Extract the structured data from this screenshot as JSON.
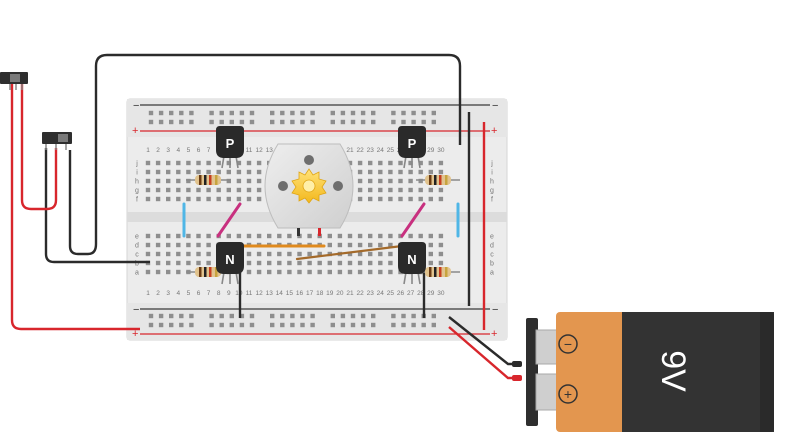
{
  "breadboard": {
    "rail_plus_label": "+",
    "rail_minus_label": "−",
    "row_letters_top": [
      "j",
      "i",
      "h",
      "g",
      "f"
    ],
    "row_letters_bottom": [
      "e",
      "d",
      "c",
      "b",
      "a"
    ],
    "column_numbers": [
      "1",
      "2",
      "3",
      "4",
      "5",
      "6",
      "7",
      "8",
      "9",
      "10",
      "11",
      "12",
      "13",
      "14",
      "15",
      "16",
      "17",
      "18",
      "19",
      "20",
      "21",
      "22",
      "23",
      "24",
      "25",
      "26",
      "27",
      "28",
      "29",
      "30"
    ]
  },
  "transistors": [
    {
      "id": "q1",
      "label": "P"
    },
    {
      "id": "q2",
      "label": "P"
    },
    {
      "id": "q3",
      "label": "N"
    },
    {
      "id": "q4",
      "label": "N"
    }
  ],
  "battery": {
    "label": "9V",
    "terminal_minus": "−",
    "terminal_plus": "+"
  },
  "colors": {
    "wire_black": "#2b2b2b",
    "wire_red": "#d8262c",
    "wire_blue": "#4fb6e6",
    "wire_magenta": "#c8307f",
    "wire_orange": "#e08a1e",
    "battery_orange": "#e3964f",
    "battery_black": "#333333",
    "breadboard": "#ececec"
  }
}
